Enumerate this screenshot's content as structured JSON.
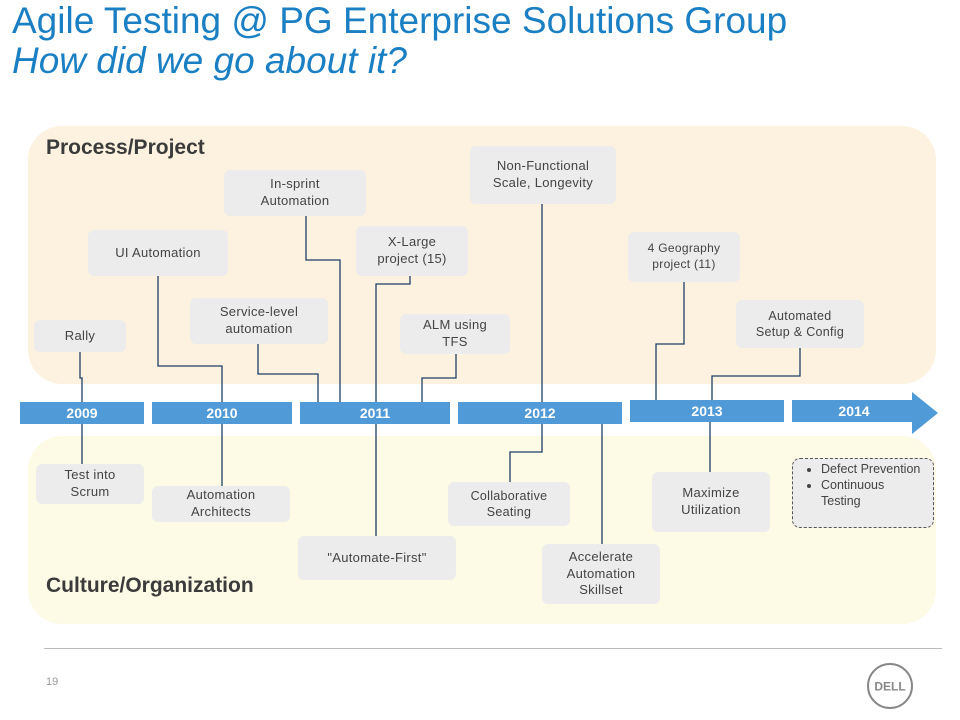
{
  "header": {
    "title": "Agile Testing @ PG Enterprise Solutions Group",
    "subtitle": "How did we go about it?"
  },
  "bands": {
    "top_label": "Process/Project",
    "bottom_label": "Culture/Organization"
  },
  "timeline": {
    "years": [
      "2009",
      "2010",
      "2011",
      "2012",
      "2013",
      "2014"
    ]
  },
  "process_items": [
    {
      "id": "rally",
      "text": "Rally"
    },
    {
      "id": "ui-automation",
      "text": "UI Automation"
    },
    {
      "id": "service-level",
      "text": "Service-level\nautomation"
    },
    {
      "id": "in-sprint",
      "text": "In-sprint\nAutomation"
    },
    {
      "id": "x-large",
      "text": "X-Large\nproject (15)"
    },
    {
      "id": "alm",
      "text": "ALM using\nTFS"
    },
    {
      "id": "non-functional",
      "text": "Non-Functional\nScale, Longevity"
    },
    {
      "id": "geography",
      "text": "4 Geography\nproject (11)"
    },
    {
      "id": "automated-setup",
      "text": "Automated\nSetup & Config"
    }
  ],
  "culture_items": [
    {
      "id": "test-into-scrum",
      "text": "Test into\nScrum"
    },
    {
      "id": "automation-architects",
      "text": "Automation\nArchitects"
    },
    {
      "id": "automate-first",
      "text": "\"Automate-First\""
    },
    {
      "id": "collaborative",
      "text": "Collaborative\nSeating"
    },
    {
      "id": "accelerate",
      "text": "Accelerate\nAutomation\nSkillset"
    },
    {
      "id": "maximize",
      "text": "Maximize\nUtilization"
    }
  ],
  "future_items": [
    "Defect Prevention",
    "Continuous Testing"
  ],
  "footer": {
    "page_number": "19",
    "logo_text": "DELL"
  },
  "colors": {
    "title": "#1b7fc4",
    "timeline": "#4f9ad7",
    "process_band": "#fcf2df",
    "culture_band": "#fdfae6",
    "box": "#ececec"
  }
}
